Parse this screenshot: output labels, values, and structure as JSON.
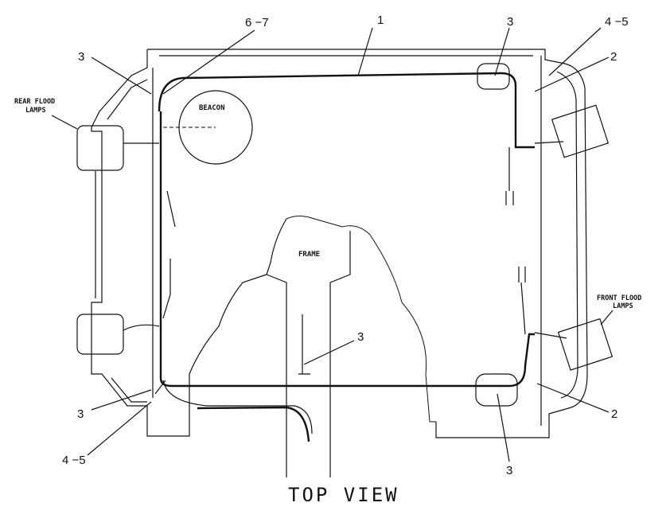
{
  "diagram": {
    "title": "TOP VIEW",
    "labels": {
      "rear_flood_lamps_line1": "REAR FLOOD",
      "rear_flood_lamps_line2": "LAMPS",
      "front_flood_lamps_line1": "FRONT FLOOD",
      "front_flood_lamps_line2": "LAMPS",
      "beacon": "BEACON",
      "frame": "FRAME"
    },
    "callouts": {
      "c1": "1",
      "c2_top": "2",
      "c2_bottom": "2",
      "c3_top_left": "3",
      "c3_top_right": "3",
      "c3_center": "3",
      "c3_bottom_left": "3",
      "c3_bottom_right": "3",
      "c45_top": "4 −5",
      "c45_bottom": "4 −5",
      "c67": "6 −7"
    }
  }
}
